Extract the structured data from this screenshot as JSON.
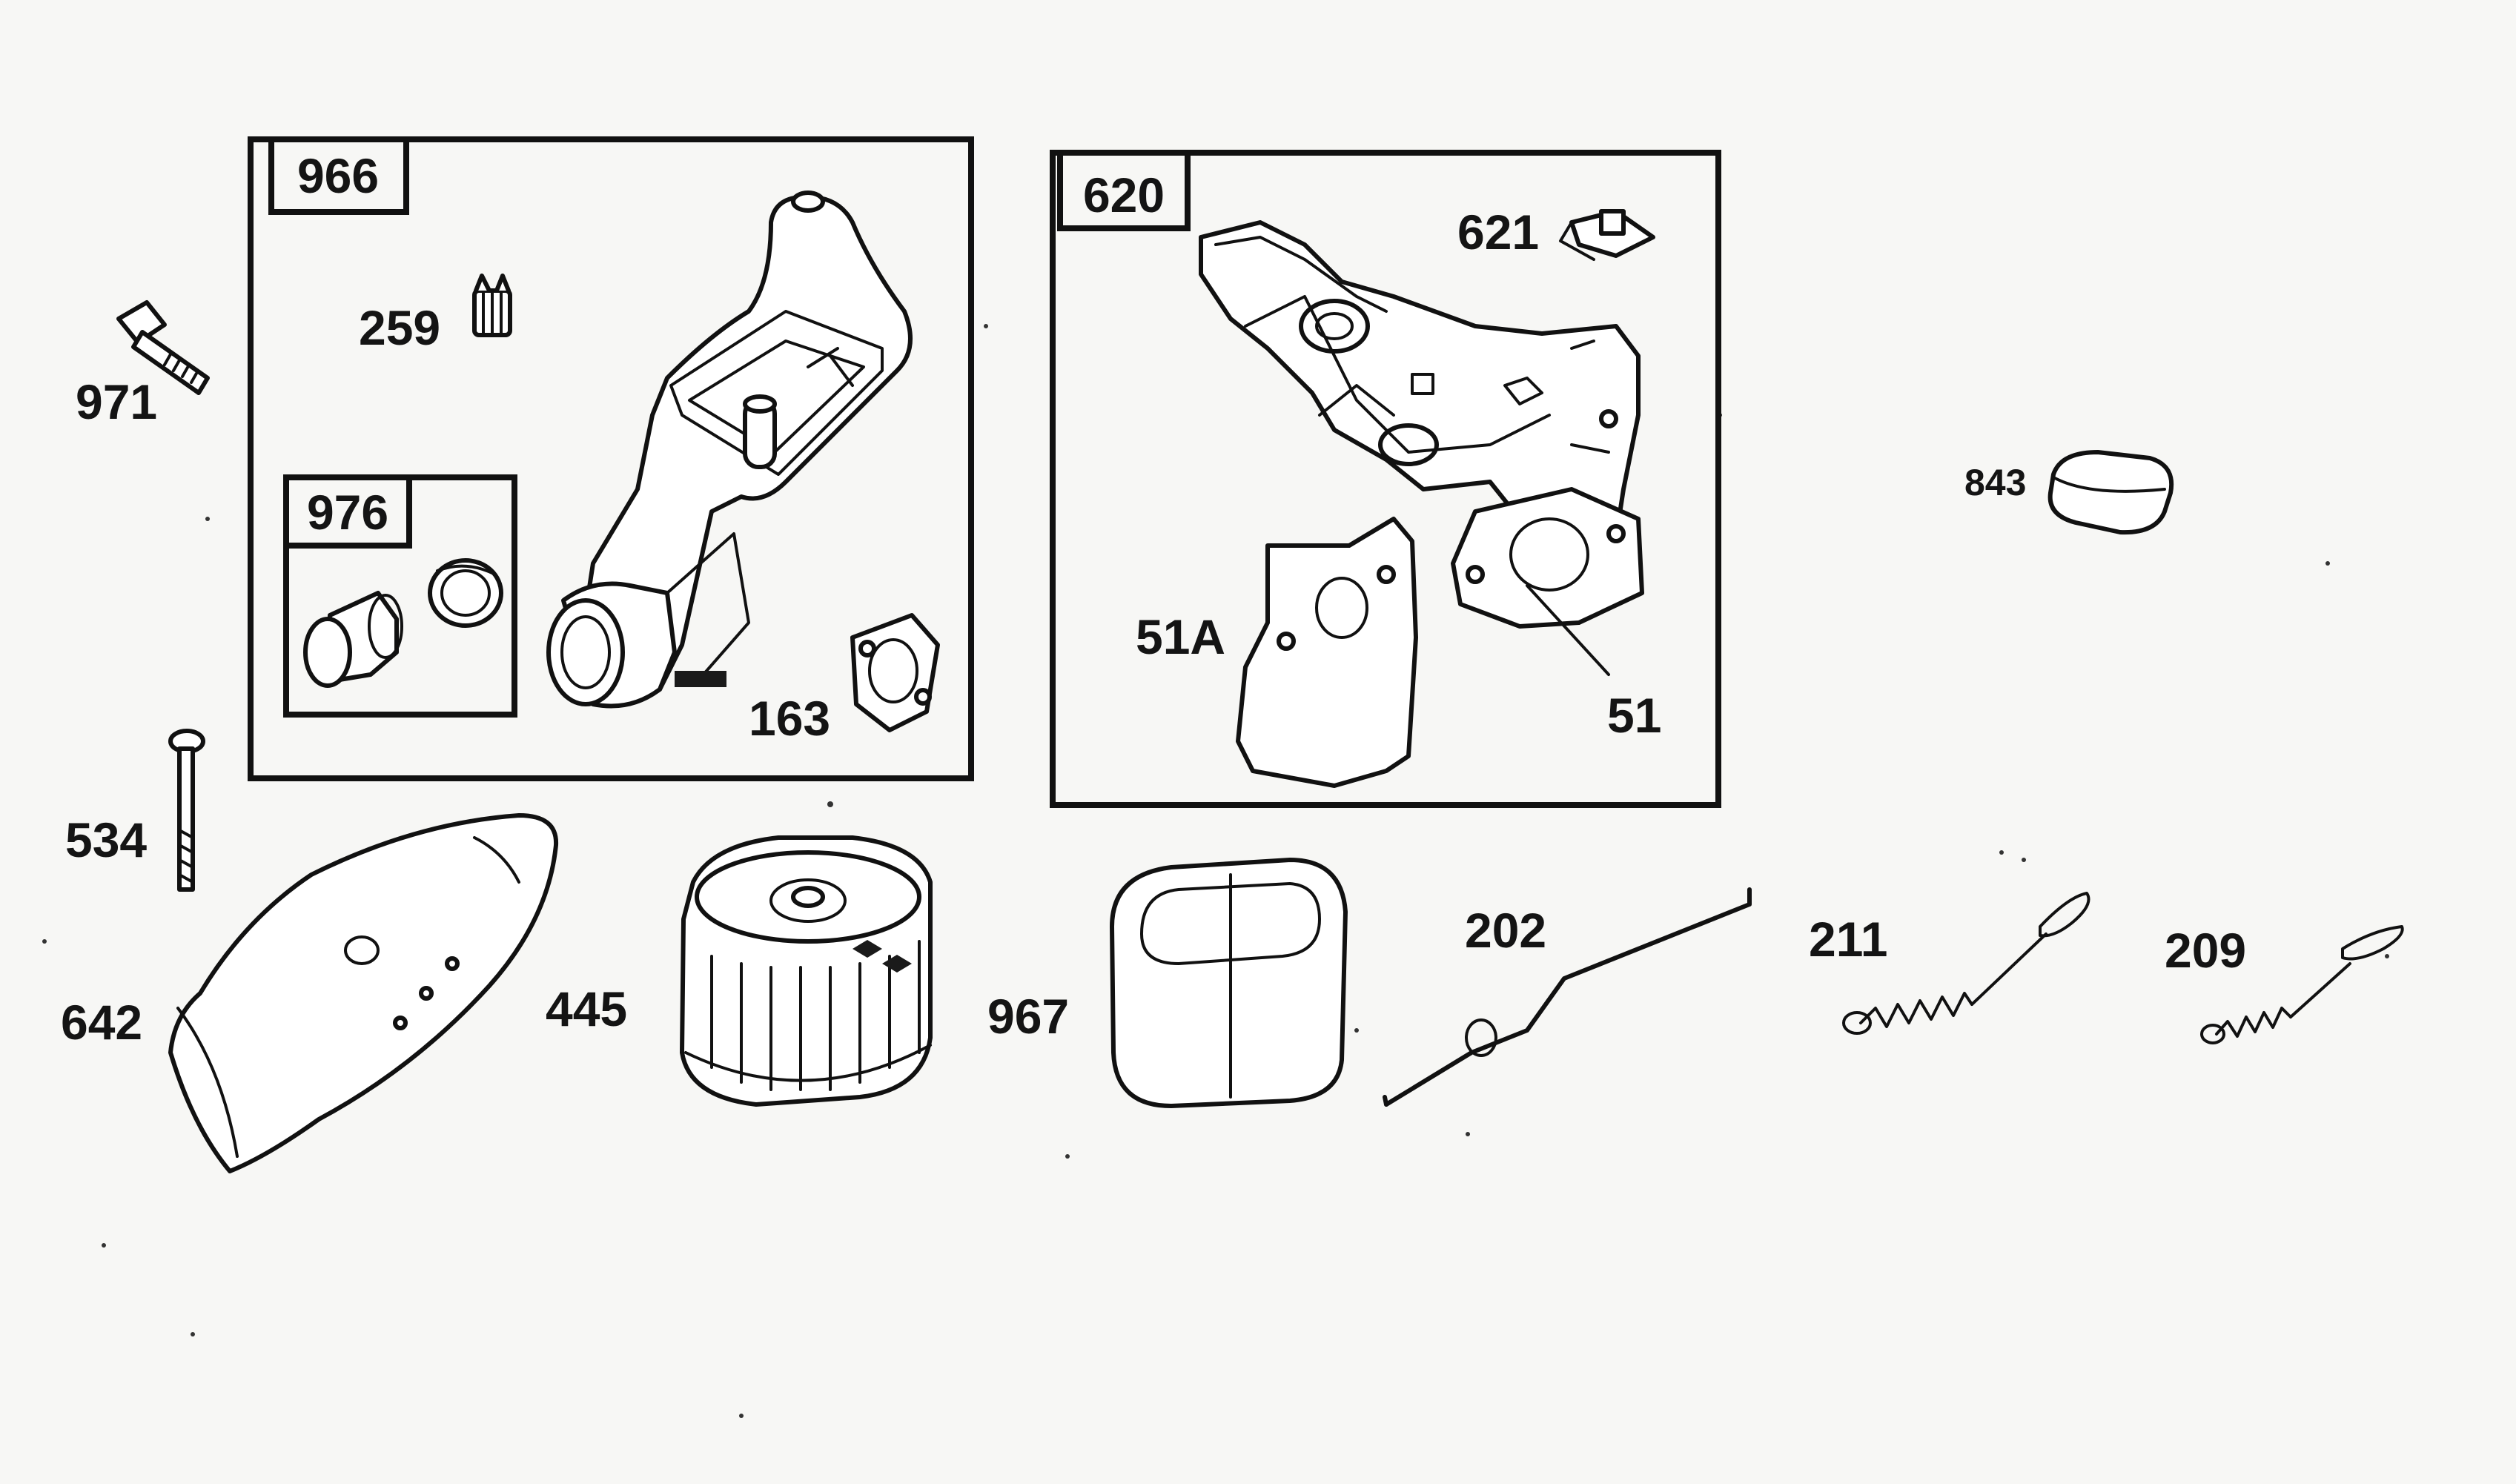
{
  "title": "",
  "groups": {
    "kit_966": "966",
    "kit_976": "976",
    "kit_620": "620"
  },
  "parts": {
    "p971": "971",
    "p259": "259",
    "p163": "163",
    "p621": "621",
    "p51A": "51A",
    "p51": "51",
    "p843": "843",
    "p534": "534",
    "p642": "642",
    "p445": "445",
    "p967": "967",
    "p202": "202",
    "p211": "211",
    "p209": "209"
  }
}
